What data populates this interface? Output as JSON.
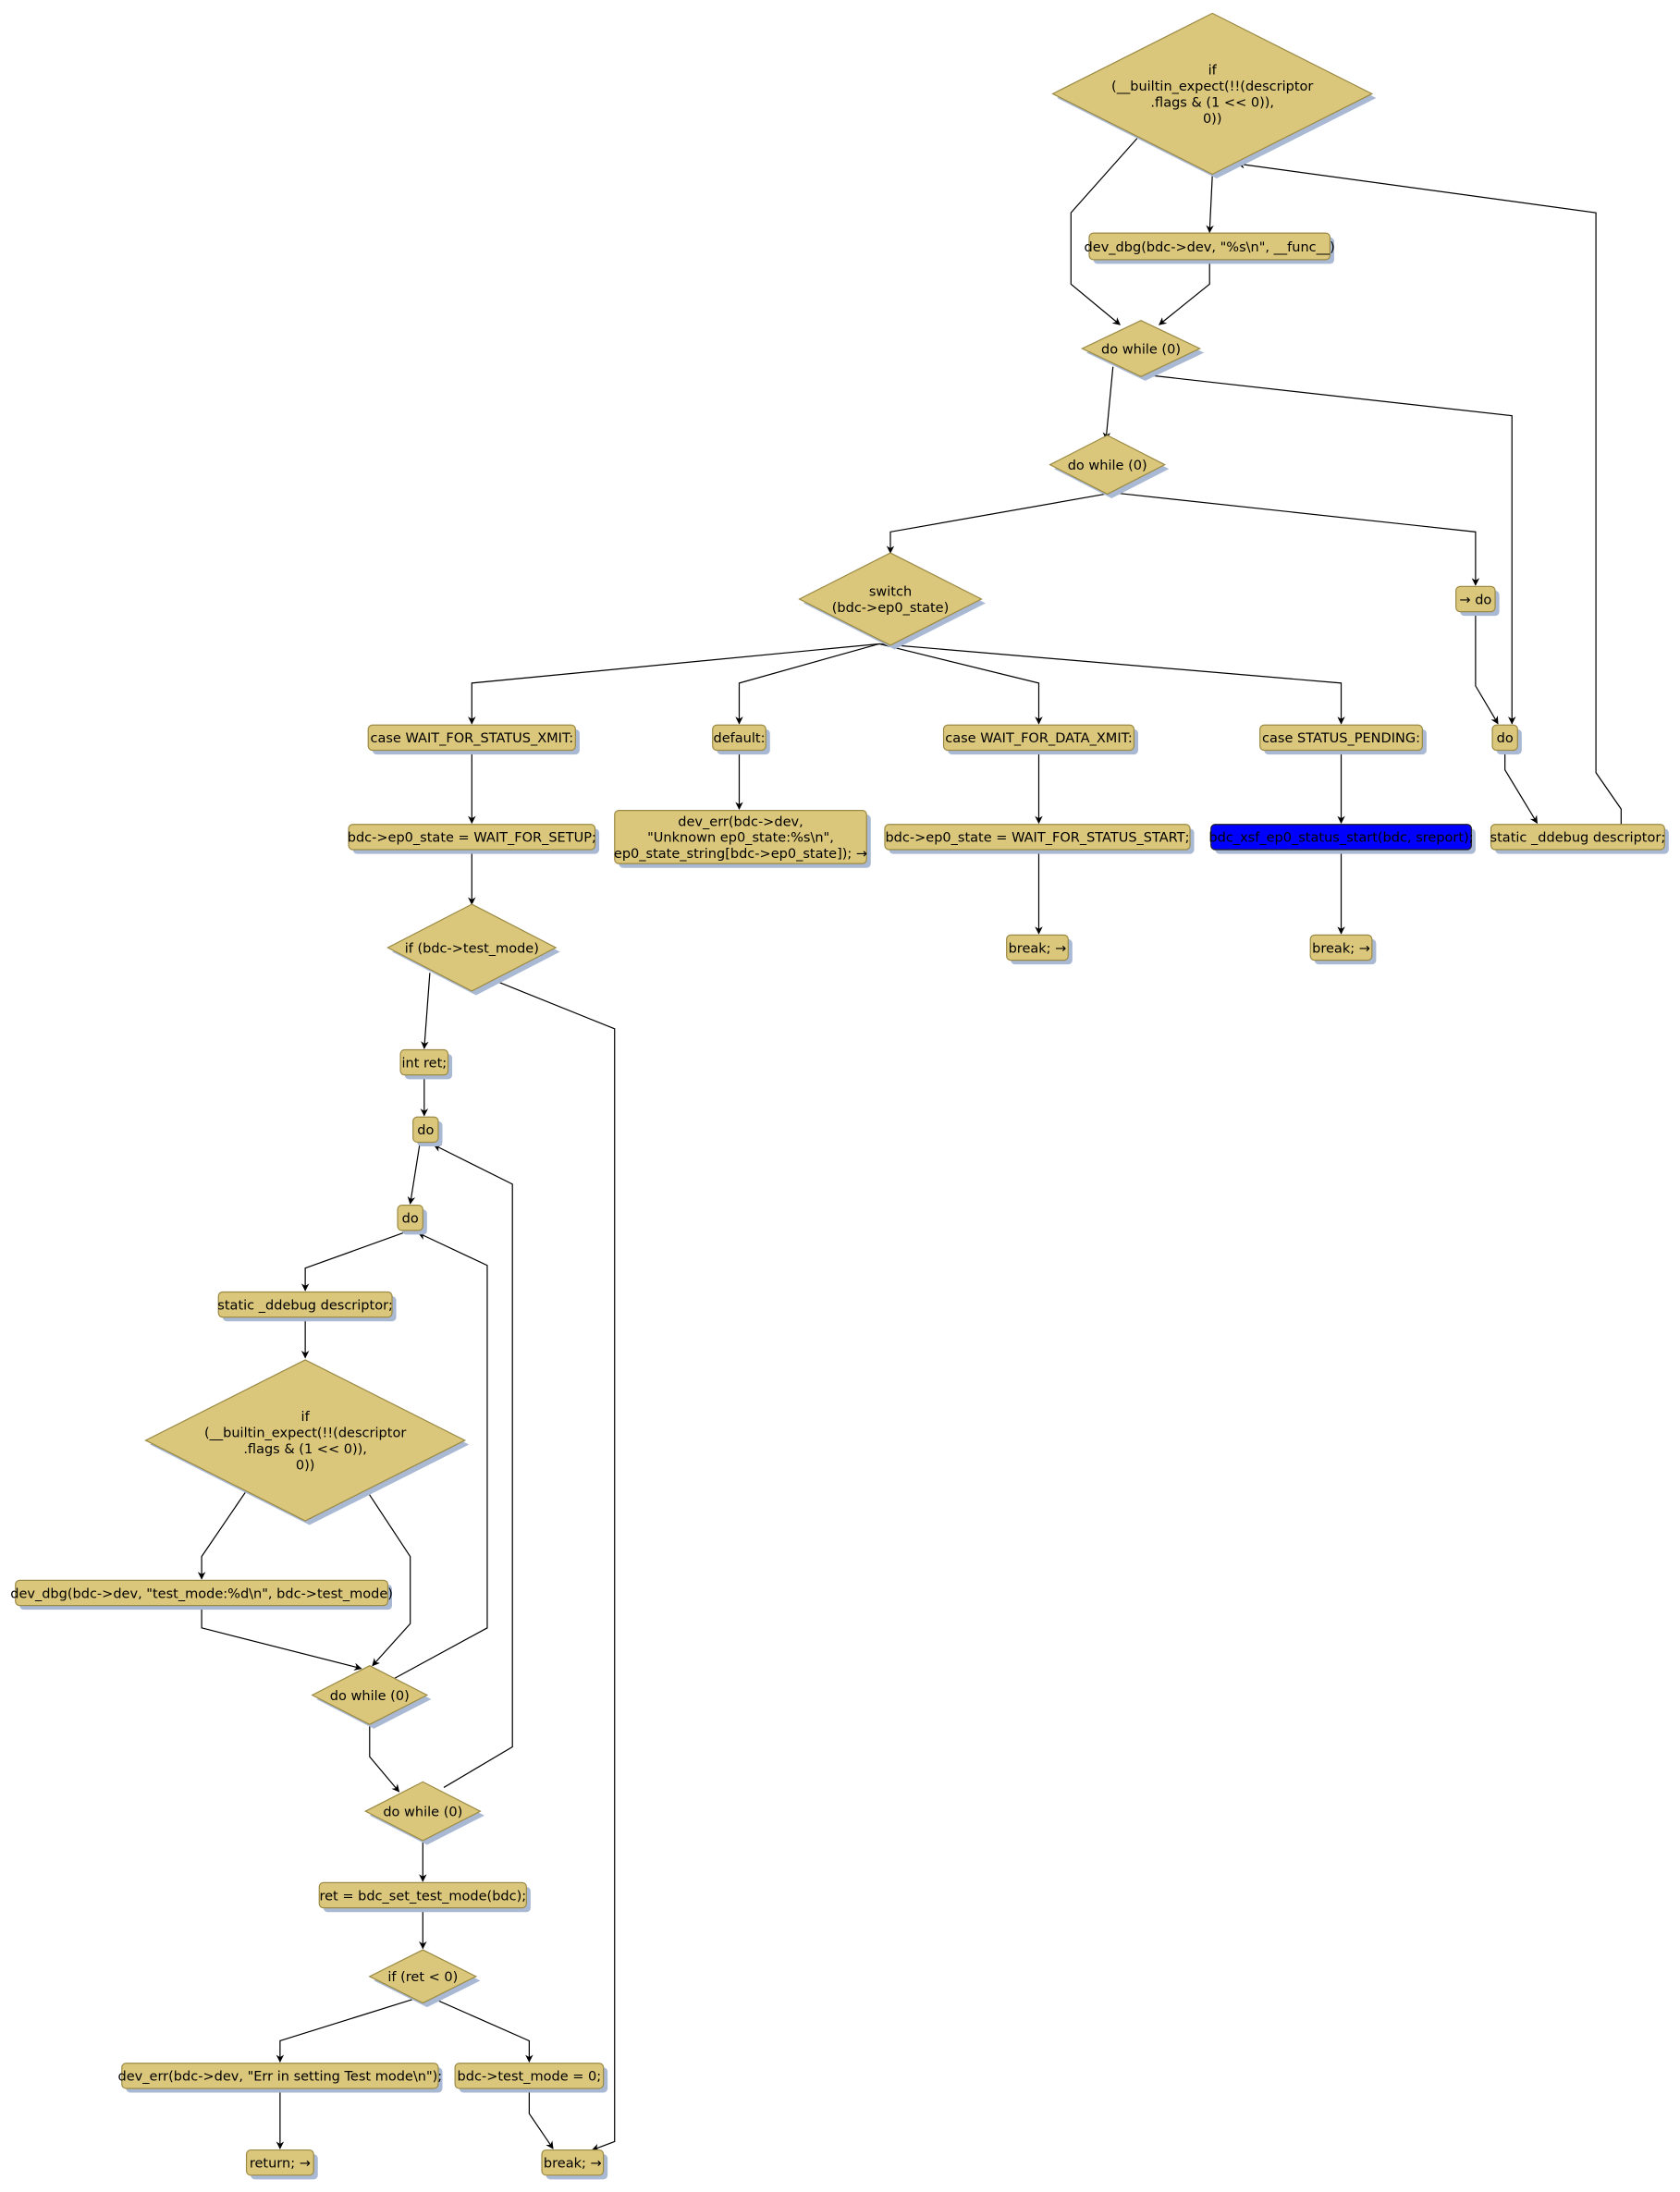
{
  "diagram": {
    "type": "flowchart",
    "colors": {
      "node_fill": "#dbc77b",
      "node_border": "#9b8a45",
      "highlight_fill": "#0000ff",
      "shadow": "#a9b9d4",
      "edge": "#000000"
    },
    "nodes": [
      {
        "id": "if1",
        "kind": "decision",
        "lines": [
          "if",
          "(__builtin_expect(!!(descriptor",
          ".flags & (1 << 0)),",
          "0))"
        ]
      },
      {
        "id": "dbg1",
        "kind": "action",
        "lines": [
          "dev_dbg(bdc->dev, \"%s\\n\", __func__)"
        ]
      },
      {
        "id": "dw1",
        "kind": "decision",
        "lines": [
          "do while (0)"
        ]
      },
      {
        "id": "dw2",
        "kind": "decision",
        "lines": [
          "do while (0)"
        ]
      },
      {
        "id": "sw",
        "kind": "decision",
        "lines": [
          "switch",
          "(bdc->ep0_state)"
        ]
      },
      {
        "id": "todo",
        "kind": "action",
        "lines": [
          "→ do"
        ]
      },
      {
        "id": "c1",
        "kind": "action",
        "lines": [
          "case WAIT_FOR_STATUS_XMIT:"
        ]
      },
      {
        "id": "cdef",
        "kind": "action",
        "lines": [
          "default:"
        ]
      },
      {
        "id": "c2",
        "kind": "action",
        "lines": [
          "case WAIT_FOR_DATA_XMIT:"
        ]
      },
      {
        "id": "c3",
        "kind": "action",
        "lines": [
          "case STATUS_PENDING:"
        ]
      },
      {
        "id": "do1",
        "kind": "action",
        "lines": [
          "do"
        ]
      },
      {
        "id": "s1",
        "kind": "action",
        "lines": [
          "bdc->ep0_state = WAIT_FOR_SETUP;"
        ]
      },
      {
        "id": "err1",
        "kind": "action",
        "lines": [
          "dev_err(bdc->dev,",
          "\"Unknown ep0_state:%s\\n\",",
          "ep0_state_string[bdc->ep0_state]); →"
        ]
      },
      {
        "id": "s2",
        "kind": "action",
        "lines": [
          "bdc->ep0_state = WAIT_FOR_STATUS_START;"
        ]
      },
      {
        "id": "xsf",
        "kind": "action",
        "highlighted": true,
        "lines": [
          "bdc_xsf_ep0_status_start(bdc, sreport);"
        ]
      },
      {
        "id": "dd1",
        "kind": "action",
        "lines": [
          "static _ddebug descriptor;"
        ]
      },
      {
        "id": "iftm",
        "kind": "decision",
        "lines": [
          "if (bdc->test_mode)"
        ]
      },
      {
        "id": "br1",
        "kind": "action",
        "lines": [
          "break; →"
        ]
      },
      {
        "id": "br2",
        "kind": "action",
        "lines": [
          "break; →"
        ]
      },
      {
        "id": "ret",
        "kind": "action",
        "lines": [
          "int ret;"
        ]
      },
      {
        "id": "do2",
        "kind": "action",
        "lines": [
          "do"
        ]
      },
      {
        "id": "do3",
        "kind": "action",
        "lines": [
          "do"
        ]
      },
      {
        "id": "dd2",
        "kind": "action",
        "lines": [
          "static _ddebug descriptor;"
        ]
      },
      {
        "id": "if2",
        "kind": "decision",
        "lines": [
          "if",
          "(__builtin_expect(!!(descriptor",
          ".flags & (1 << 0)),",
          "0))"
        ]
      },
      {
        "id": "dbg2",
        "kind": "action",
        "lines": [
          "dev_dbg(bdc->dev, \"test_mode:%d\\n\", bdc->test_mode)"
        ]
      },
      {
        "id": "dw3",
        "kind": "decision",
        "lines": [
          "do while (0)"
        ]
      },
      {
        "id": "dw4",
        "kind": "decision",
        "lines": [
          "do while (0)"
        ]
      },
      {
        "id": "setm",
        "kind": "action",
        "lines": [
          "ret = bdc_set_test_mode(bdc);"
        ]
      },
      {
        "id": "ifret",
        "kind": "decision",
        "lines": [
          "if (ret < 0)"
        ]
      },
      {
        "id": "err2",
        "kind": "action",
        "lines": [
          "dev_err(bdc->dev, \"Err in setting Test mode\\n\");"
        ]
      },
      {
        "id": "tm0",
        "kind": "action",
        "lines": [
          "bdc->test_mode = 0;"
        ]
      },
      {
        "id": "rtn",
        "kind": "action",
        "lines": [
          "return; →"
        ]
      },
      {
        "id": "br3",
        "kind": "action",
        "lines": [
          "break; →"
        ]
      }
    ]
  }
}
